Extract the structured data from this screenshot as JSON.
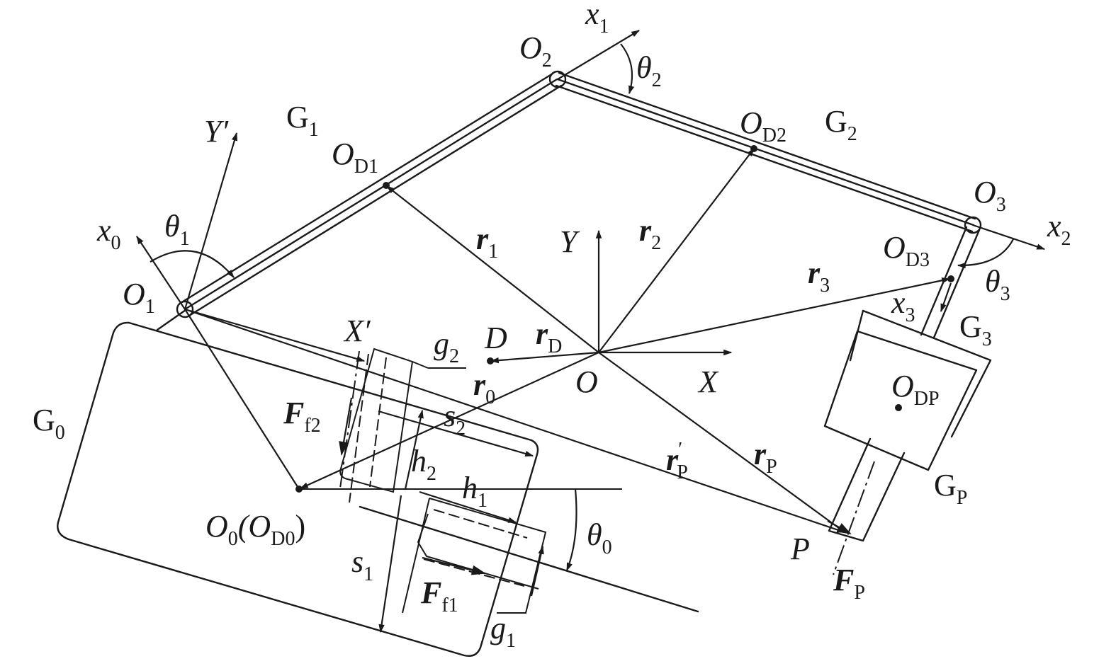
{
  "labels": {
    "x1": "x",
    "x1_sub": "1",
    "O2": "O",
    "O2_sub": "2",
    "theta2": "θ",
    "theta2_sub": "2",
    "G1": "G",
    "G1_sub": "1",
    "Yp": "Y′",
    "OD1": "O",
    "OD1_sub": "D1",
    "OD2": "O",
    "OD2_sub": "D2",
    "G2": "G",
    "G2_sub": "2",
    "O3": "O",
    "O3_sub": "3",
    "x2": "x",
    "x2_sub": "2",
    "x0": "x",
    "x0_sub": "0",
    "theta1": "θ",
    "theta1_sub": "1",
    "r1": "r",
    "r1_sub": "1",
    "Y": "Y",
    "r2": "r",
    "r2_sub": "2",
    "OD3": "O",
    "OD3_sub": "D3",
    "r3": "r",
    "r3_sub": "3",
    "theta3": "θ",
    "theta3_sub": "3",
    "O1": "O",
    "O1_sub": "1",
    "x3": "x",
    "x3_sub": "3",
    "G3": "G",
    "G3_sub": "3",
    "Xp": "X′",
    "g2": "g",
    "g2_sub": "2",
    "D": "D",
    "rD": "r",
    "rD_sub": "D",
    "O": "O",
    "X": "X",
    "ODP": "O",
    "ODP_sub": "DP",
    "G0": "G",
    "G0_sub": "0",
    "Ff2": "F",
    "Ff2_sub": "f2",
    "s2": "s",
    "s2_sub": "2",
    "r0": "r",
    "r0_sub": "0",
    "h2": "h",
    "h2_sub": "2",
    "rpP": "r",
    "rpP_sup": "′",
    "rpP_sub": "P",
    "rP": "r",
    "rP_sub": "P",
    "GP": "G",
    "GP_sub": "P",
    "h1": "h",
    "h1_sub": "1",
    "O0": "O",
    "O0_sub": "0",
    "O0_paren": "(O",
    "O0_psub": "D0",
    "O0_close": ")",
    "theta0": "θ",
    "theta0_sub": "0",
    "P": "P",
    "s1": "s",
    "s1_sub": "1",
    "Ff1": "F",
    "Ff1_sub": "f1",
    "FP": "F",
    "FP_sub": "P",
    "g1": "g",
    "g1_sub": "1"
  }
}
